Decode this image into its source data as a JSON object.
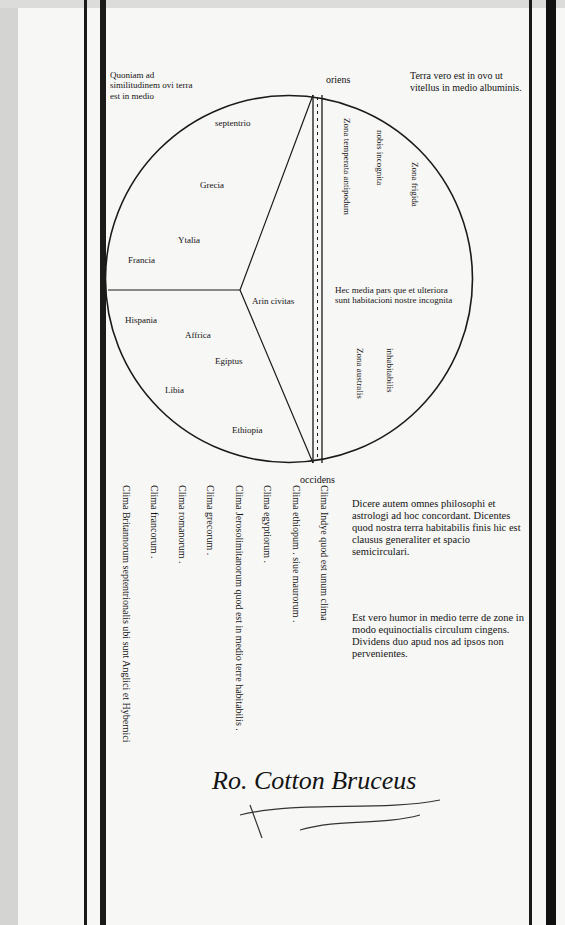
{
  "diagram": {
    "nodes": [
      {
        "text": [
          "septentrio",
          "Grecia",
          "Ytalia",
          "Francia",
          "Arin civitas",
          "Hispania",
          "Affrica",
          "Egiptus",
          "Libia",
          "Ethiopia",
          "Zona temperata antipodum",
          "nobis incognita",
          "Zona frigida",
          "Hec media pars que et ulteriora sunt habitacioni nostre incognita",
          "Zona australis",
          "inhabitabilis"
        ]
      }
    ],
    "labels": [
      "Quoniam ad similitudinem ovi terra est in medio",
      "oriens",
      "Terra vero est in ovo ut vitellus in medio albuminis.",
      "occidens",
      "Dicere autem omnes philosophi et astrologi ad hoc concordant. Dicentes quod nostra terra habitabilis finis hic est clausus generaliter et spacio semicirculari.",
      "Est vero humor in medio terre de zone in modo equinoctialis circulum cingens. Dividens duo apud nos ad ipsos non pervenientes.",
      "Clima Indye quod est unum clima",
      "Clima ethiopum . siue maurorum .",
      "Clima egyptiorum .",
      "Clima Jerosolimitanorum quod est in medio terre habitabilis .",
      "Clima grecorum .",
      "Clima romanorum .",
      "Clima francorum .",
      "Clima Britannorum septentrionalis ubi sunt Anglici et Hybernici",
      "Ro. Cotton Bruceus"
    ]
  }
}
